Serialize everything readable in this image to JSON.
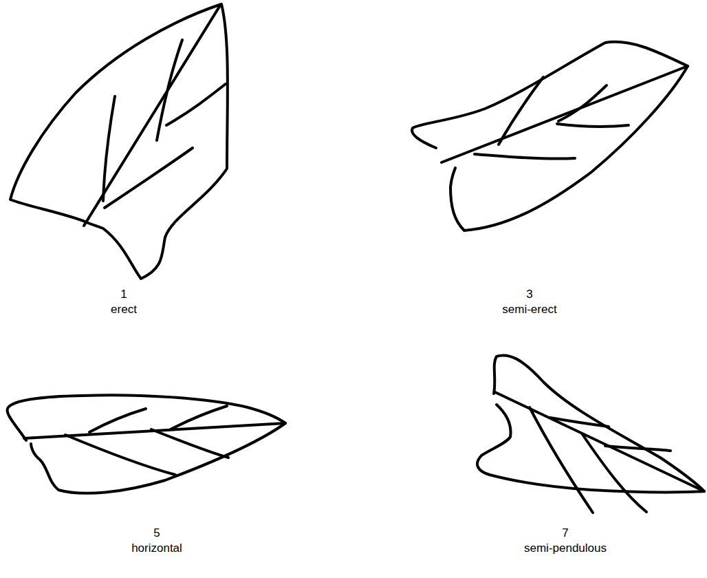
{
  "diagram": {
    "labels": [
      "1",
      "erect",
      "3",
      "semi-erect",
      "5",
      "horizontal",
      "7",
      "semi-pendulous"
    ]
  }
}
